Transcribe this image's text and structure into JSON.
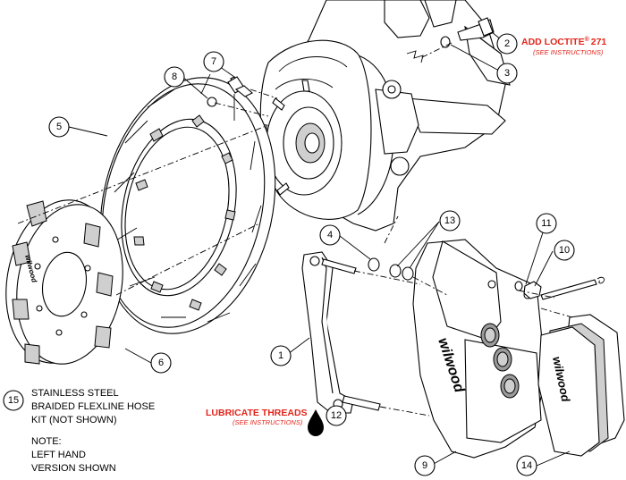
{
  "callouts": {
    "c1": "1",
    "c2": "2",
    "c3": "3",
    "c4": "4",
    "c5": "5",
    "c6": "6",
    "c7": "7",
    "c8": "8",
    "c9": "9",
    "c10": "10",
    "c11": "11",
    "c12": "12",
    "c13": "13",
    "c14": "14",
    "c15": "15"
  },
  "annotations": {
    "loctite_title": "ADD LOCTITE",
    "loctite_reg": "®",
    "loctite_num": "271",
    "loctite_sub": "(SEE INSTRUCTIONS)",
    "lubricate_title": "LUBRICATE THREADS",
    "lubricate_sub": "(SEE INSTRUCTIONS)"
  },
  "notes": {
    "hose_line1": "STAINLESS STEEL",
    "hose_line2": "BRAIDED FLEXLINE HOSE",
    "hose_line3": "KIT (NOT SHOWN)",
    "note_title": "NOTE:",
    "note_line1": "LEFT HAND",
    "note_line2": "VERSION SHOWN"
  },
  "brand": {
    "hat_logo": "wilwood",
    "caliper_logo": "wilwood",
    "pad_logo": "wilwood"
  },
  "colors": {
    "accent_red": "#e2261c",
    "line": "#000000",
    "part_grey": "#cfcfcf"
  }
}
